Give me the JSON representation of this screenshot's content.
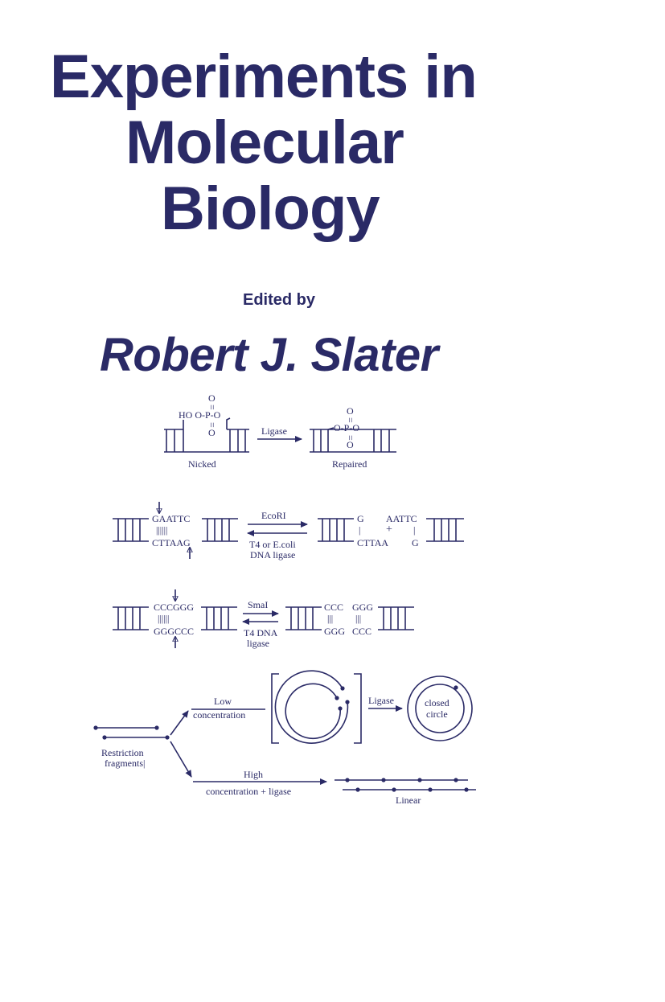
{
  "cover": {
    "title_line1": "Experiments in",
    "title_line2": "Molecular",
    "title_line3": "Biology",
    "edited_by": "Edited by",
    "editor": "Robert J. Slater"
  },
  "diagram": {
    "ligation": {
      "o_top": "O",
      "o_bottom": "O",
      "ho_group": "HO O-P-O",
      "double_bond": "=",
      "left_caption": "Nicked",
      "arrow_label": "Ligase",
      "right_group": "O-P-O",
      "right_caption": "Repaired"
    },
    "ecori": {
      "top_seq": "GAATTC",
      "bonds": "||||||",
      "bottom_seq": "CTTAAG",
      "forward_label": "EcoRI",
      "reverse_label_1": "T4 or E.coli",
      "reverse_label_2": "DNA ligase",
      "product_g": "G",
      "product_aattc": "AATTC",
      "product_plus": "+",
      "product_cttaa": "CTTAA",
      "product_g2": "G",
      "bar": "|"
    },
    "smai": {
      "top_seq": "CCCGGG",
      "bonds": "||||||",
      "bottom_seq": "GGGCCC",
      "forward_label": "SmaI",
      "reverse_label_1": "T4 DNA",
      "reverse_label_2": "ligase",
      "prod_top_1": "CCC",
      "prod_top_2": "GGG",
      "prod_bonds": "|||",
      "prod_bot_1": "GGG",
      "prod_bot_2": "CCC"
    },
    "circularization": {
      "fragments_label_1": "Restriction",
      "fragments_label_2": "fragments|",
      "low_1": "Low",
      "low_2": "concentration",
      "ligase": "Ligase",
      "closed_1": "closed",
      "closed_2": "circle",
      "high_1": "High",
      "high_2": "concentration + ligase",
      "linear": "Linear"
    }
  },
  "colors": {
    "ink": "#2a2a66",
    "background": "#ffffff"
  }
}
